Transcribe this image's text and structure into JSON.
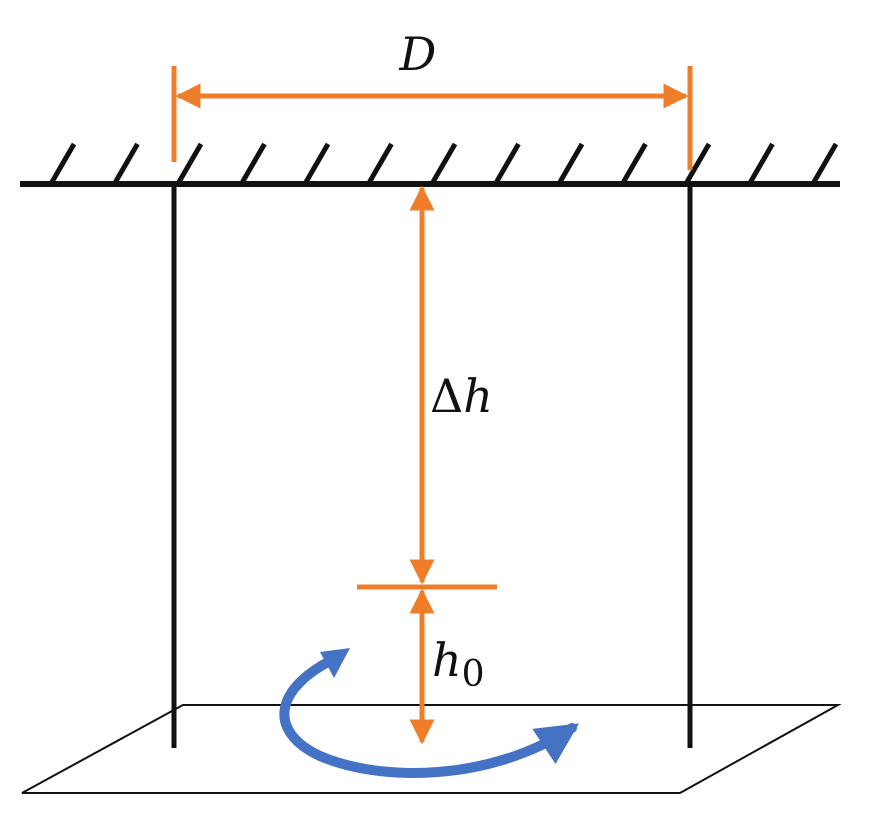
{
  "labels": {
    "width_symbol": "D",
    "gap_symbol_prefix": "Δ",
    "gap_symbol_var": "h",
    "height_symbol_var": "h",
    "height_symbol_sub": "0"
  },
  "colors": {
    "structure": "#111111",
    "dimension": "#F07D2A",
    "rotation": "#4472C4",
    "ground": "#111111"
  },
  "icons": {
    "ceiling": "hatched-ceiling",
    "rotation": "curved-rotation-arrow"
  }
}
